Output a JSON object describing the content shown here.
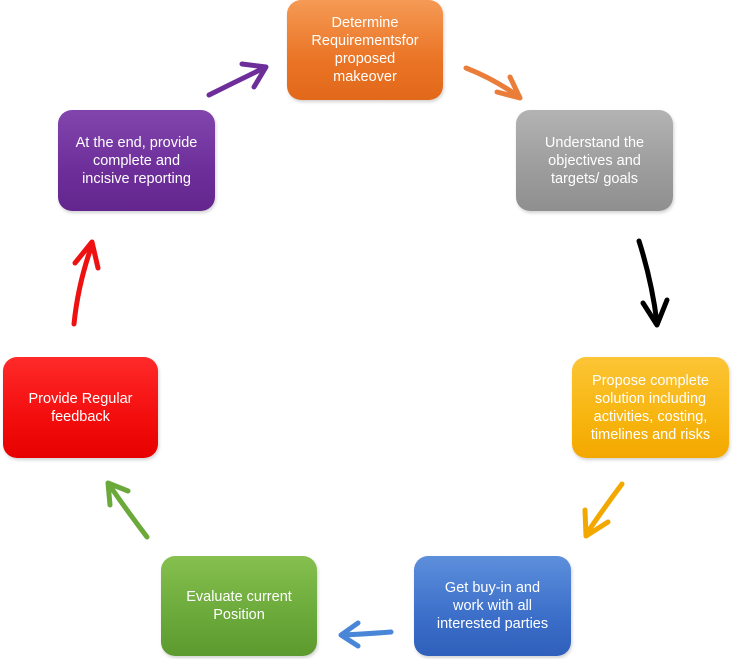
{
  "steps": [
    {
      "id": "determine",
      "label": "Determine\nRequirementsfor\nproposed\nmakeover",
      "color": "#ea7425"
    },
    {
      "id": "understand",
      "label": "Understand the\nobjectives and\ntargets/ goals",
      "color": "#9c9c9c"
    },
    {
      "id": "propose",
      "label": "Propose complete\nsolution including\nactivities, costing,\ntimelines and risks",
      "color": "#f7b50f"
    },
    {
      "id": "buyin",
      "label": "Get buy-in and\nwork with all\ninterested parties",
      "color": "#3c6fc9"
    },
    {
      "id": "evaluate",
      "label": "Evaluate current\nPosition",
      "color": "#6aa93a"
    },
    {
      "id": "feedback",
      "label": "Provide Regular\nfeedback",
      "color": "#f30d0d"
    },
    {
      "id": "reporting",
      "label": "At the end, provide\ncomplete and\nincisive reporting",
      "color": "#6d2e99"
    }
  ],
  "arrow_colors": {
    "determine_to_understand": "#ea7d3a",
    "understand_to_propose": "#000000",
    "propose_to_buyin": "#f3a800",
    "buyin_to_evaluate": "#4a86d8",
    "evaluate_to_feedback": "#6aa93a",
    "feedback_to_reporting": "#ee1111",
    "reporting_to_determine": "#6d2e99"
  }
}
